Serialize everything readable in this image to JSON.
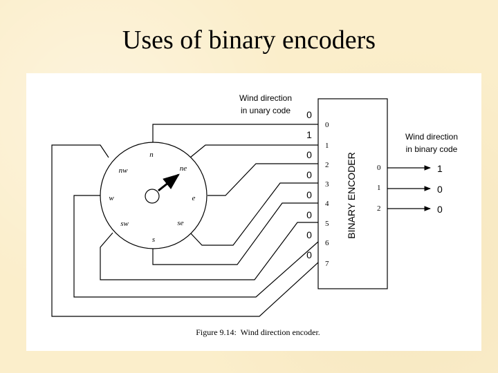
{
  "slide": {
    "title": "Uses of binary encoders"
  },
  "diagram": {
    "unary_caption": [
      "Wind direction",
      "in unary code"
    ],
    "binary_caption": [
      "Wind direction",
      "in binary code"
    ],
    "encoder_label": "BINARY ENCODER",
    "figure_caption": "Figure 9.14:  Wind direction encoder.",
    "compass_labels": [
      "n",
      "ne",
      "e",
      "se",
      "s",
      "sw",
      "w",
      "nw"
    ],
    "input_indices": [
      "0",
      "1",
      "2",
      "3",
      "4",
      "5",
      "6",
      "7"
    ],
    "input_values": [
      "0",
      "1",
      "0",
      "0",
      "0",
      "0",
      "0",
      "0"
    ],
    "output_indices": [
      "0",
      "1",
      "2"
    ],
    "output_values": [
      "1",
      "0",
      "0"
    ]
  }
}
